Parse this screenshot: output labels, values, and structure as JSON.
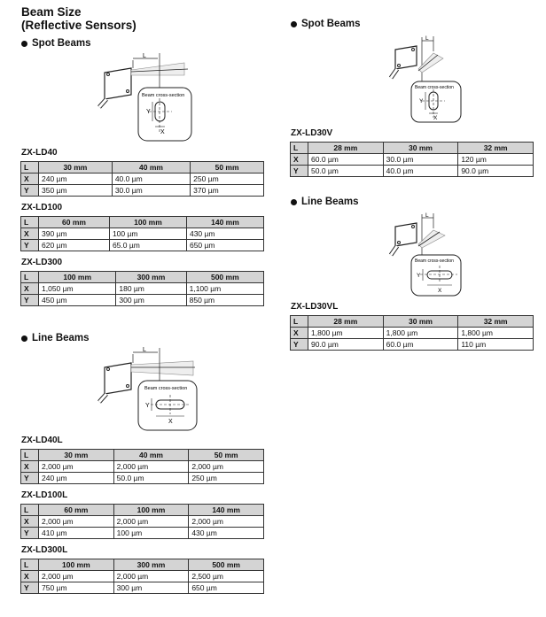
{
  "title": {
    "line1": "Beam Size",
    "line2": "(Reflective Sensors)"
  },
  "left": {
    "spot_heading": "Spot Beams",
    "spot_diagram": {
      "L": "L",
      "caption": "Beam cross-section",
      "X": "X",
      "Y": "Y"
    },
    "spot_tables": [
      {
        "model": "ZX-LD40",
        "L": "L",
        "cols": [
          "30 mm",
          "40 mm",
          "50 mm"
        ],
        "x": [
          "X",
          "240 µm",
          "40.0 µm",
          "250 µm"
        ],
        "y": [
          "Y",
          "350 µm",
          "30.0 µm",
          "370 µm"
        ]
      },
      {
        "model": "ZX-LD100",
        "L": "L",
        "cols": [
          "60 mm",
          "100 mm",
          "140 mm"
        ],
        "x": [
          "X",
          "390 µm",
          "100 µm",
          "430 µm"
        ],
        "y": [
          "Y",
          "620 µm",
          "65.0 µm",
          "650 µm"
        ]
      },
      {
        "model": "ZX-LD300",
        "L": "L",
        "cols": [
          "100 mm",
          "300 mm",
          "500 mm"
        ],
        "x": [
          "X",
          "1,050 µm",
          "180 µm",
          "1,100 µm"
        ],
        "y": [
          "Y",
          "450 µm",
          "300 µm",
          "850 µm"
        ]
      }
    ],
    "line_heading": "Line Beams",
    "line_diagram": {
      "L": "L",
      "caption": "Beam cross-section",
      "X": "X",
      "Y": "Y"
    },
    "line_tables": [
      {
        "model": "ZX-LD40L",
        "L": "L",
        "cols": [
          "30 mm",
          "40 mm",
          "50 mm"
        ],
        "x": [
          "X",
          "2,000 µm",
          "2,000 µm",
          "2,000 µm"
        ],
        "y": [
          "Y",
          "240 µm",
          "50.0 µm",
          "250 µm"
        ]
      },
      {
        "model": "ZX-LD100L",
        "L": "L",
        "cols": [
          "60 mm",
          "100 mm",
          "140 mm"
        ],
        "x": [
          "X",
          "2,000 µm",
          "2,000 µm",
          "2,000 µm"
        ],
        "y": [
          "Y",
          "410 µm",
          "100 µm",
          "430 µm"
        ]
      },
      {
        "model": "ZX-LD300L",
        "L": "L",
        "cols": [
          "100 mm",
          "300 mm",
          "500 mm"
        ],
        "x": [
          "X",
          "2,000 µm",
          "2,000 µm",
          "2,500 µm"
        ],
        "y": [
          "Y",
          "750 µm",
          "300 µm",
          "650 µm"
        ]
      }
    ]
  },
  "right": {
    "spot_heading": "Spot Beams",
    "spot_diagram": {
      "L": "L",
      "caption": "Beam cross-section",
      "X": "X",
      "Y": "Y"
    },
    "spot_table": {
      "model": "ZX-LD30V",
      "L": "L",
      "cols": [
        "28 mm",
        "30 mm",
        "32 mm"
      ],
      "x": [
        "X",
        "60.0 µm",
        "30.0 µm",
        "120 µm"
      ],
      "y": [
        "Y",
        "50.0 µm",
        "40.0 µm",
        "90.0 µm"
      ]
    },
    "line_heading": "Line Beams",
    "line_diagram": {
      "L": "L",
      "caption": "Beam cross-section",
      "X": "X",
      "Y": "Y"
    },
    "line_table": {
      "model": "ZX-LD30VL",
      "L": "L",
      "cols": [
        "28 mm",
        "30 mm",
        "32 mm"
      ],
      "x": [
        "X",
        "1,800 µm",
        "1,800 µm",
        "1,800 µm"
      ],
      "y": [
        "Y",
        "90.0 µm",
        "60.0 µm",
        "110 µm"
      ]
    }
  }
}
